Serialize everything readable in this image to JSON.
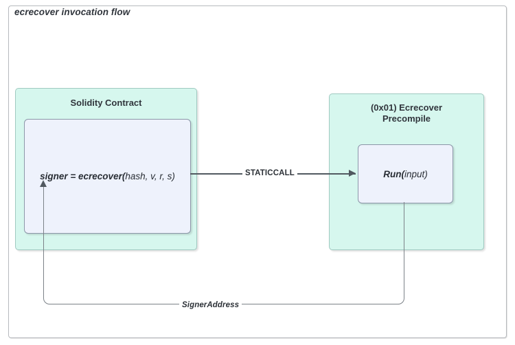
{
  "page": {
    "title": "ecrecover invocation flow"
  },
  "diagram": {
    "containers": [
      {
        "id": "solidity-contract",
        "title": "Solidity Contract",
        "fill": "#d6f7ee",
        "stroke": "#9fc9c0"
      },
      {
        "id": "ecrecover-precompile",
        "title": "(0x01) Ecrecover Precompile",
        "title_line1": "(0x01) Ecrecover",
        "title_line2": "Precompile",
        "fill": "#d6f7ee",
        "stroke": "#9fc9c0"
      }
    ],
    "nodes": [
      {
        "id": "ecrecover-call",
        "label": "signer = ecrecover(hash, v, r, s)",
        "label_strong": "signer = ecrecover(",
        "label_light": "hash, v, r, s)",
        "fill": "#eef2fc",
        "stroke": "#8c96a8"
      },
      {
        "id": "run-input",
        "label": "Run(input)",
        "label_strong": "Run(",
        "label_light": "input)",
        "fill": "#eef2fc",
        "stroke": "#8c96a8"
      }
    ],
    "edges": [
      {
        "id": "staticcall-edge",
        "label": "STATICCALL",
        "from": "ecrecover-call",
        "to": "run-input",
        "direction": "right",
        "color": "#515960"
      },
      {
        "id": "signeraddress-edge",
        "label": "SignerAddress",
        "from": "run-input",
        "to": "ecrecover-call",
        "direction": "up",
        "color": "#7b8187"
      }
    ]
  }
}
